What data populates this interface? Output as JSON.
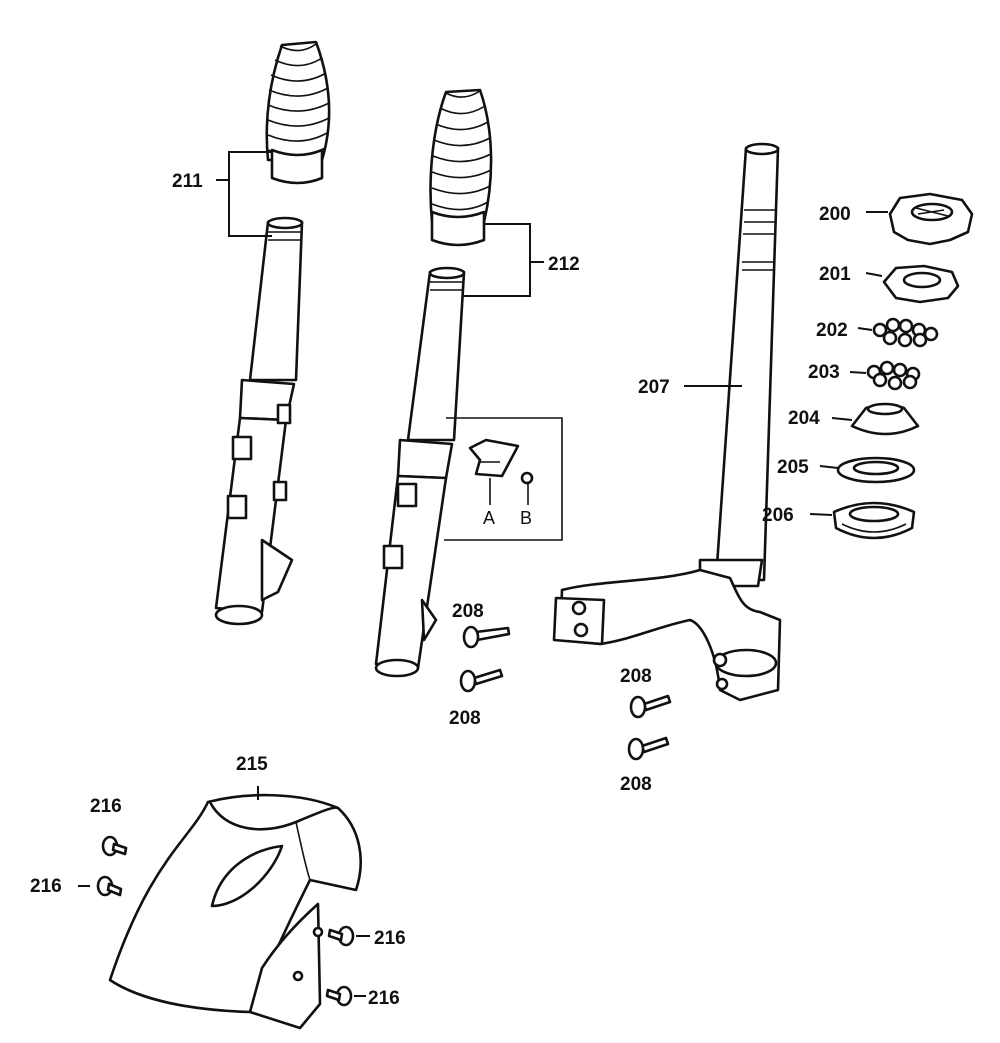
{
  "labels": {
    "p200": "200",
    "p201": "201",
    "p202": "202",
    "p203": "203",
    "p204": "204",
    "p205": "205",
    "p206": "206",
    "p207": "207",
    "p208": "208",
    "p211": "211",
    "p212": "212",
    "p215": "215",
    "p216": "216",
    "sub_a": "A",
    "sub_b": "B"
  }
}
